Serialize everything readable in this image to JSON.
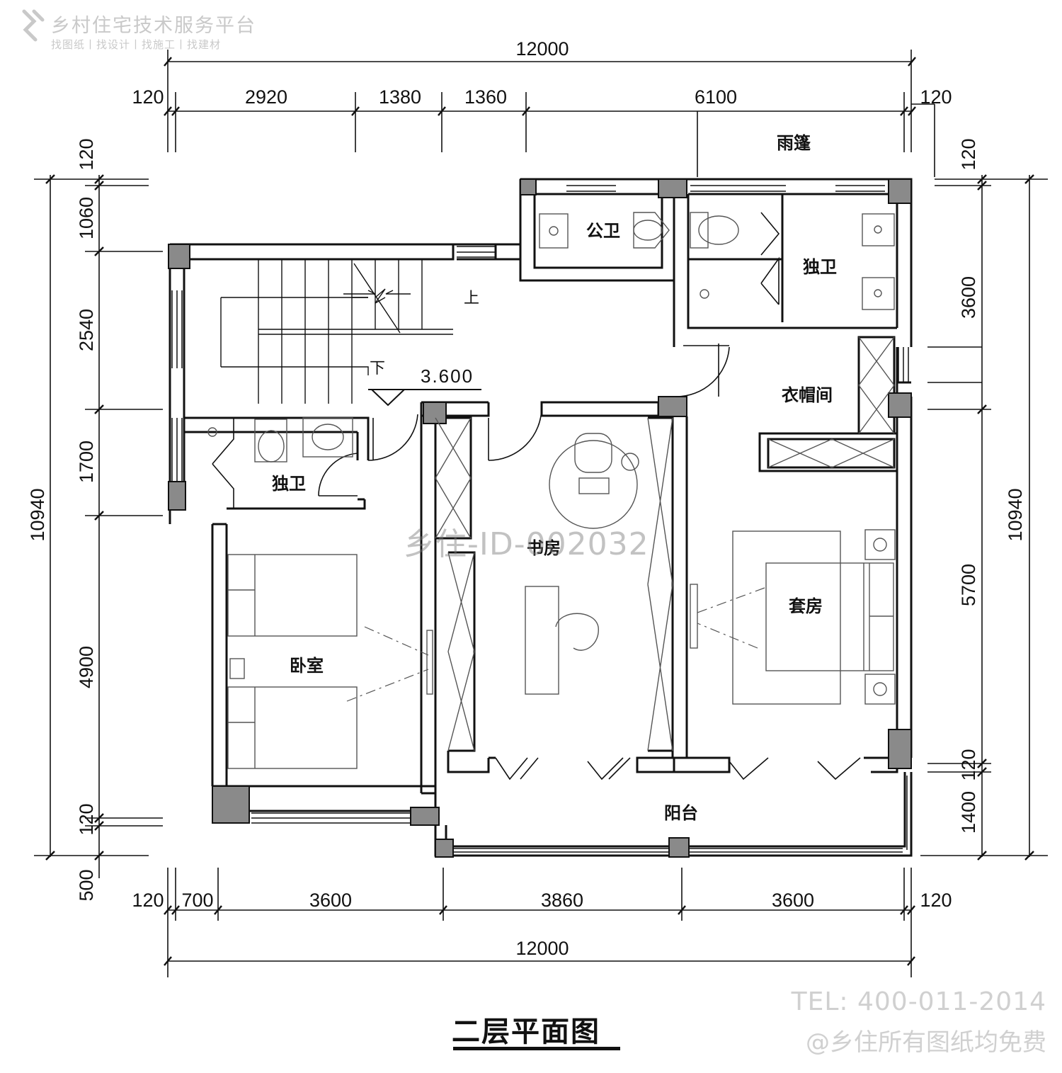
{
  "branding": {
    "platform_name": "乡村住宅技术服务平台",
    "platform_tagline": "找图纸丨找设计丨找施工丨找建材",
    "logo_icon": "brand-logo-icon",
    "watermark_id": "乡住-ID-002032",
    "phone": "TEL: 400-011-2014",
    "free_notice": "@乡住所有图纸均免费"
  },
  "plan": {
    "title": "二层平面图",
    "elevation": "3.600",
    "stairs": {
      "up_label": "上",
      "down_label": "下"
    }
  },
  "rooms": {
    "canopy": "雨篷",
    "public_toilet": "公卫",
    "ensuite_bath_east": "独卫",
    "cloakroom": "衣帽间",
    "ensuite_bath_west": "独卫",
    "study": "书房",
    "suite": "套房",
    "bedroom": "卧室",
    "balcony": "阳台"
  },
  "dimensions": {
    "top_overall": "12000",
    "top_segments": [
      "120",
      "2920",
      "1380",
      "1360",
      "6100",
      "120"
    ],
    "bottom_segments": [
      "120",
      "700",
      "3600",
      "3860",
      "3600",
      "120"
    ],
    "bottom_overall": "12000",
    "left_overall": "10940",
    "left_segments": [
      "120",
      "1060",
      "2540",
      "1700",
      "4900",
      "120",
      "500"
    ],
    "right_overall": "10940",
    "right_segments": [
      "120",
      "3600",
      "5700",
      "120",
      "1400"
    ]
  },
  "colors": {
    "line": "#111111",
    "column": "#8a8a8a",
    "furniture": "#555555",
    "watermark": "#c9c9c9"
  }
}
